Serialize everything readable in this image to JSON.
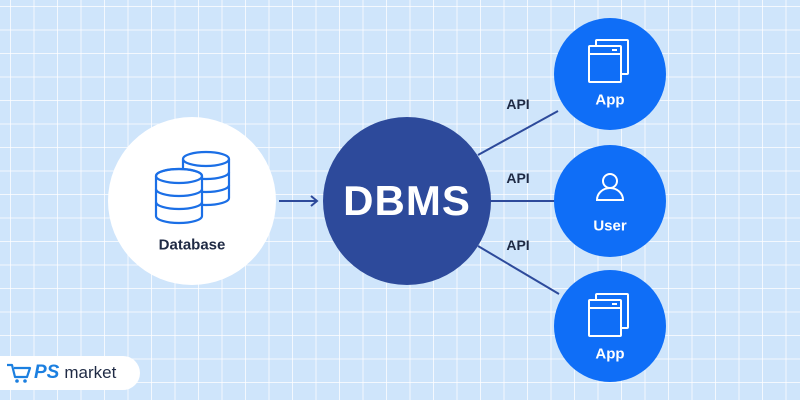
{
  "diagram": {
    "database": {
      "label": "Database",
      "icon": "database-stack-icon"
    },
    "dbms": {
      "label": "DBMS"
    },
    "nodes": [
      {
        "label": "App",
        "icon": "app-window-icon"
      },
      {
        "label": "User",
        "icon": "user-icon"
      },
      {
        "label": "App",
        "icon": "app-window-icon"
      }
    ],
    "connections": [
      {
        "label": "API"
      },
      {
        "label": "API"
      },
      {
        "label": "API"
      }
    ]
  },
  "logo": {
    "mark": "PS",
    "text": "market",
    "icon": "shopping-cart-icon"
  },
  "colors": {
    "background": "#cfe5fb",
    "dbms": "#2d4a9b",
    "node": "#0f6ef7",
    "database": "#ffffff",
    "line": "#2d4a9b",
    "text_dark": "#1f2a44",
    "logo_blue": "#1b7fe0"
  }
}
